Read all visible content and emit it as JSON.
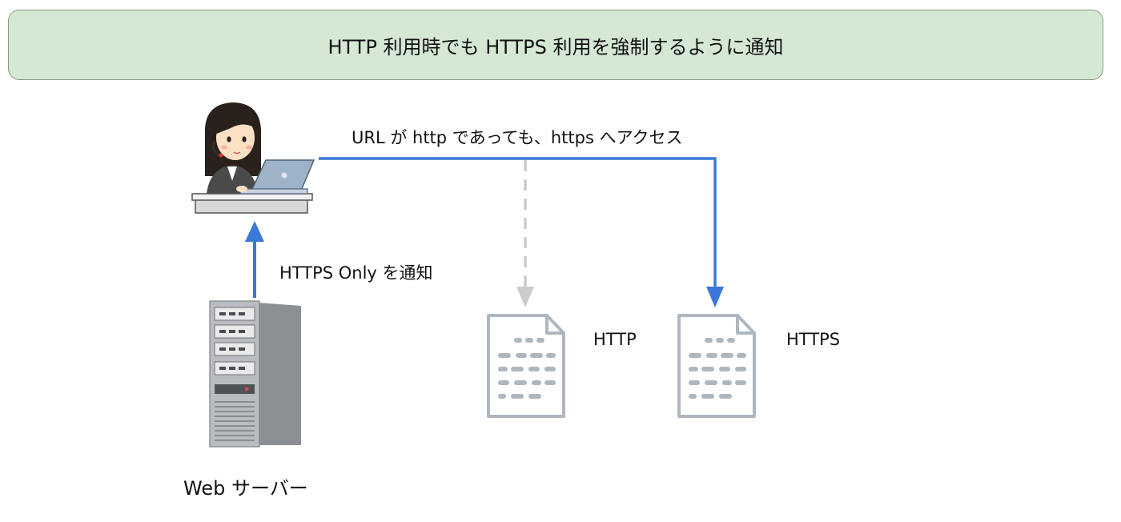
{
  "title": "HTTP 利用時でも HTTPS 利用を強制するように通知",
  "labels": {
    "access_note": "URL が http であっても、https へアクセス",
    "notify_note": "HTTPS Only を通知",
    "http_doc": "HTTP",
    "https_doc": "HTTPS",
    "server": "Web サーバー"
  },
  "icons": {
    "user": "user-at-laptop-icon",
    "server": "server-tower-icon",
    "http_doc": "document-icon",
    "https_doc": "document-icon"
  },
  "colors": {
    "title_bg": "#d5e8d4",
    "active_arrow": "#3b78d8",
    "inactive_arrow": "#cccccc",
    "doc_stroke": "#aeb7bf"
  }
}
